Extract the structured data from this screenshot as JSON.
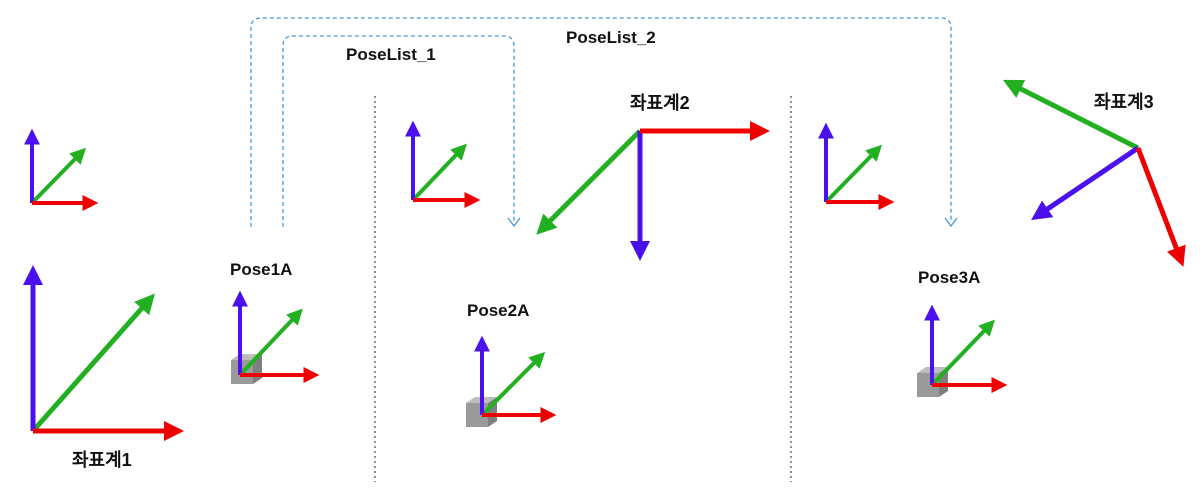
{
  "colors": {
    "x_axis": "#ee0000",
    "y_axis": "#22b022",
    "z_axis": "#4a10ee",
    "link": "#4a98d2",
    "divider": "#222222",
    "block_face": "#9a9a9a",
    "block_side": "#7f7f7f",
    "block_top": "#bdbdbd"
  },
  "links": {
    "poselist_1": "PoseList_1",
    "poselist_2": "PoseList_2"
  },
  "frames": {
    "frame1": "좌표계1",
    "frame2": "좌표계2",
    "frame3": "좌표계3"
  },
  "poses": {
    "pose1a": "Pose1A",
    "pose2a": "Pose2A",
    "pose3a": "Pose3A"
  },
  "icons": [
    "coordinate-axes-icon",
    "pose-block-icon",
    "dashed-link-arrow-icon"
  ]
}
